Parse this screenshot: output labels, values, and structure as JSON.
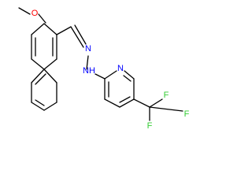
{
  "molecule": {
    "atoms": {
      "methoxy_oxygen": {
        "label": "O",
        "color": "#ff0000"
      },
      "hydrazone_n1": {
        "label": "N",
        "color": "#0000ff"
      },
      "hydrazone_n2": {
        "label": "NH",
        "color": "#0000ff"
      },
      "pyridine_n": {
        "label": "N",
        "color": "#0000ff"
      },
      "fluorine_top": {
        "label": "F",
        "color": "#33cc33"
      },
      "fluorine_left": {
        "label": "F",
        "color": "#33cc33"
      },
      "fluorine_right": {
        "label": "F",
        "color": "#33cc33"
      }
    },
    "bond_color": "#000000"
  }
}
